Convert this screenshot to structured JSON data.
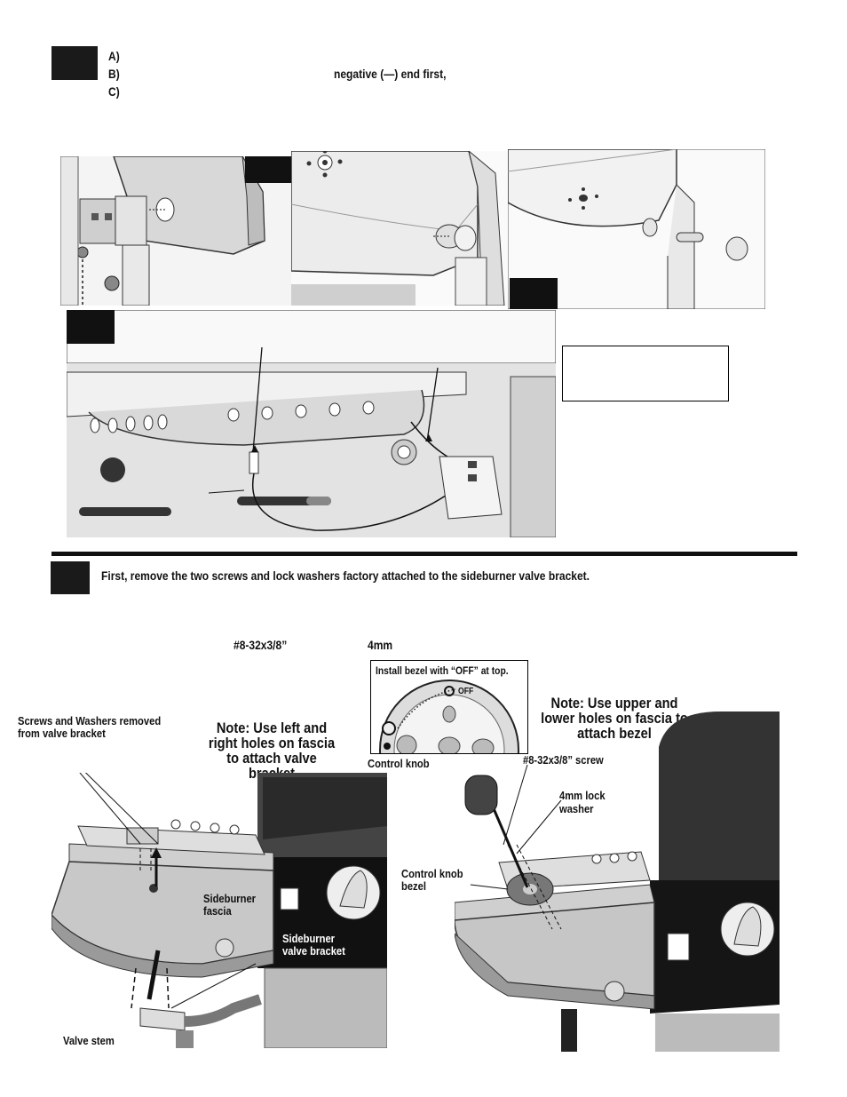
{
  "step_top": {
    "items": [
      {
        "marker": "A)",
        "text": ""
      },
      {
        "marker": "B)",
        "text": "negative (—) end first,"
      },
      {
        "marker": "C)",
        "text": ""
      }
    ]
  },
  "step_bottom": {
    "instruction": "First, remove the two screws and lock washers factory attached to the sideburner valve bracket."
  },
  "parts": {
    "screw_spec": "#8-32x3/8”",
    "washer_spec": "4mm"
  },
  "left_diagram": {
    "note": "Note: Use left and right holes on fascia to attach valve bracket",
    "screws_label": "Screws and Washers removed from valve bracket",
    "fascia_label": "Sideburner fascia",
    "bracket_label": "Sideburner valve bracket",
    "valve_stem_label": "Valve stem"
  },
  "right_diagram": {
    "inset_caption": "Install bezel with “OFF” at top.",
    "inset_off": "OFF",
    "note": "Note: Use upper and lower holes on fascia to attach bezel",
    "knob_label": "Control knob",
    "screw_label": "#8-32x3/8” screw",
    "washer_label": "4mm lock washer",
    "bezel_label": "Control knob bezel"
  },
  "icons": [
    "step-badge",
    "flame-icon",
    "off-icon"
  ]
}
